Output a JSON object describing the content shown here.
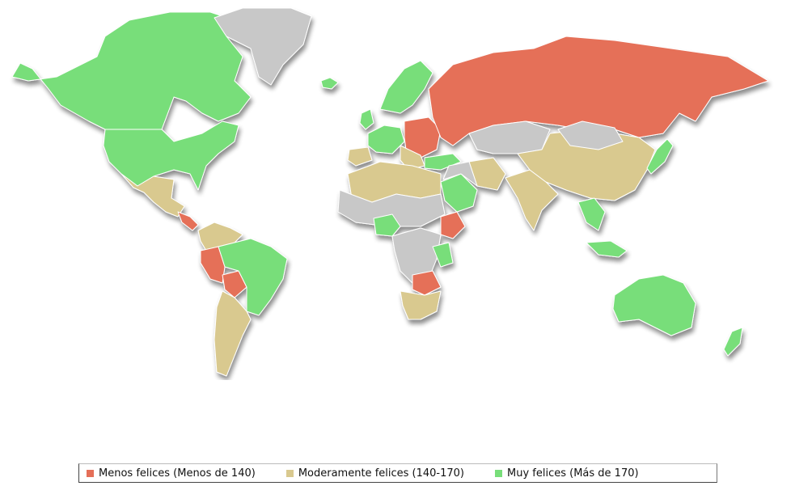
{
  "colors": {
    "low": "#e56f58",
    "moderate": "#d9c98f",
    "high": "#78de7a",
    "nodata": "#c8c8c8",
    "border": "#ffffff"
  },
  "legend": {
    "items": [
      {
        "key": "low",
        "label": "Menos felices (Menos de 140)"
      },
      {
        "key": "moderate",
        "label": "Moderamente felices (140-170)"
      },
      {
        "key": "high",
        "label": "Muy felices (Más de 170)"
      }
    ]
  }
}
